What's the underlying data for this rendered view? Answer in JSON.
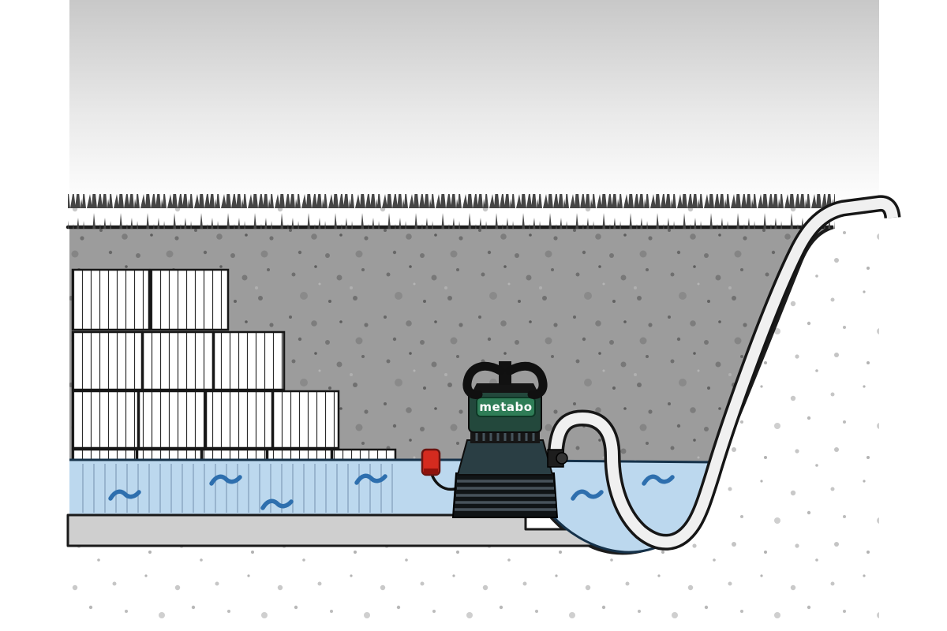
{
  "scene": {
    "title": "Submersible pump draining a flooded excavation",
    "objects": {
      "pump": "submersible-pump",
      "float_switch": "float-switch",
      "hose": "drainage-hose",
      "bricks": "stacked-bricks",
      "water": "flood-water",
      "excavation": "excavation-slope"
    }
  },
  "pump": {
    "brand_label": "metabo"
  },
  "colors": {
    "water": "#bcd8ee",
    "water_outline": "#16324a",
    "wave": "#2e6fae",
    "soil": "#9c9c9c",
    "grass": "#454545",
    "concrete": "#cfcfcf",
    "hose": "#f0f0f0",
    "outline": "#1a1a1a",
    "pump_green": "#2f7d57",
    "float_red": "#d42b1f",
    "sky_top": "#c8c8c8"
  }
}
